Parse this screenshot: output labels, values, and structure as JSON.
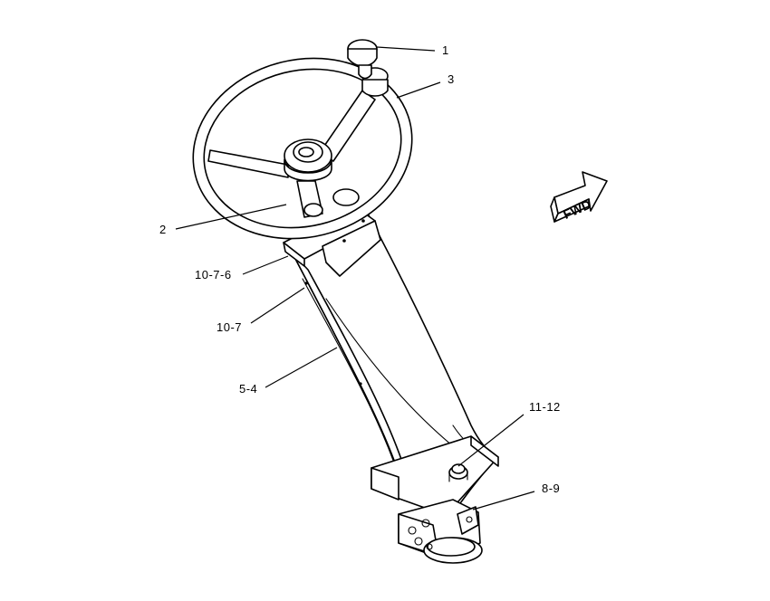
{
  "callouts": {
    "c1": "1",
    "c3": "3",
    "c2": "2",
    "c10_7_6": "10-7-6",
    "c10_7": "10-7",
    "c5_4": "5-4",
    "c11_12": "11-12",
    "c8_9": "8-9"
  },
  "direction_arrow": {
    "label": "FWD",
    "icon": "forward-arrow-icon"
  },
  "colors": {
    "line": "#000000",
    "background": "#ffffff"
  }
}
